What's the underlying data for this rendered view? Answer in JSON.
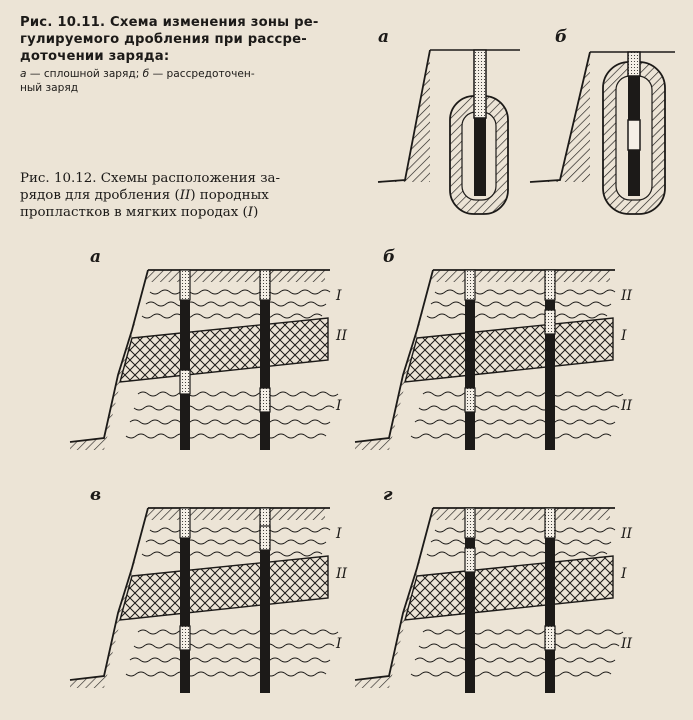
{
  "fig1011": {
    "title_l1": "Рис. 10.11. Схема изменения зоны ре-",
    "title_l2": "гулируемого дробления при рассре-",
    "title_l3": "доточении заряда:",
    "desc_a_letter": "а",
    "desc_a_text": " — сплошной заряд; ",
    "desc_b_letter": "б",
    "desc_b_text": " — рассредоточен-",
    "desc_l2": "ный заряд",
    "label_a": "а",
    "label_b": "б"
  },
  "fig1012": {
    "line1": "Рис. 10.12. Схемы расположения за-",
    "line2_pre": "рядов для дробления (",
    "line2_em": "II",
    "line2_post": ") породных",
    "line3_pre": "пропластков в мягких породах (",
    "line3_em": "I",
    "line3_post": ")",
    "panels": [
      {
        "letter": "а",
        "layers": [
          "I",
          "II",
          "I"
        ]
      },
      {
        "letter": "б",
        "layers": [
          "II",
          "I",
          "II"
        ]
      },
      {
        "letter": "в",
        "layers": [
          "I",
          "II",
          "I"
        ]
      },
      {
        "letter": "г",
        "layers": [
          "II",
          "I",
          "II"
        ]
      }
    ]
  },
  "colors": {
    "paper": "#ece4d6",
    "ink": "#1c1a18"
  }
}
